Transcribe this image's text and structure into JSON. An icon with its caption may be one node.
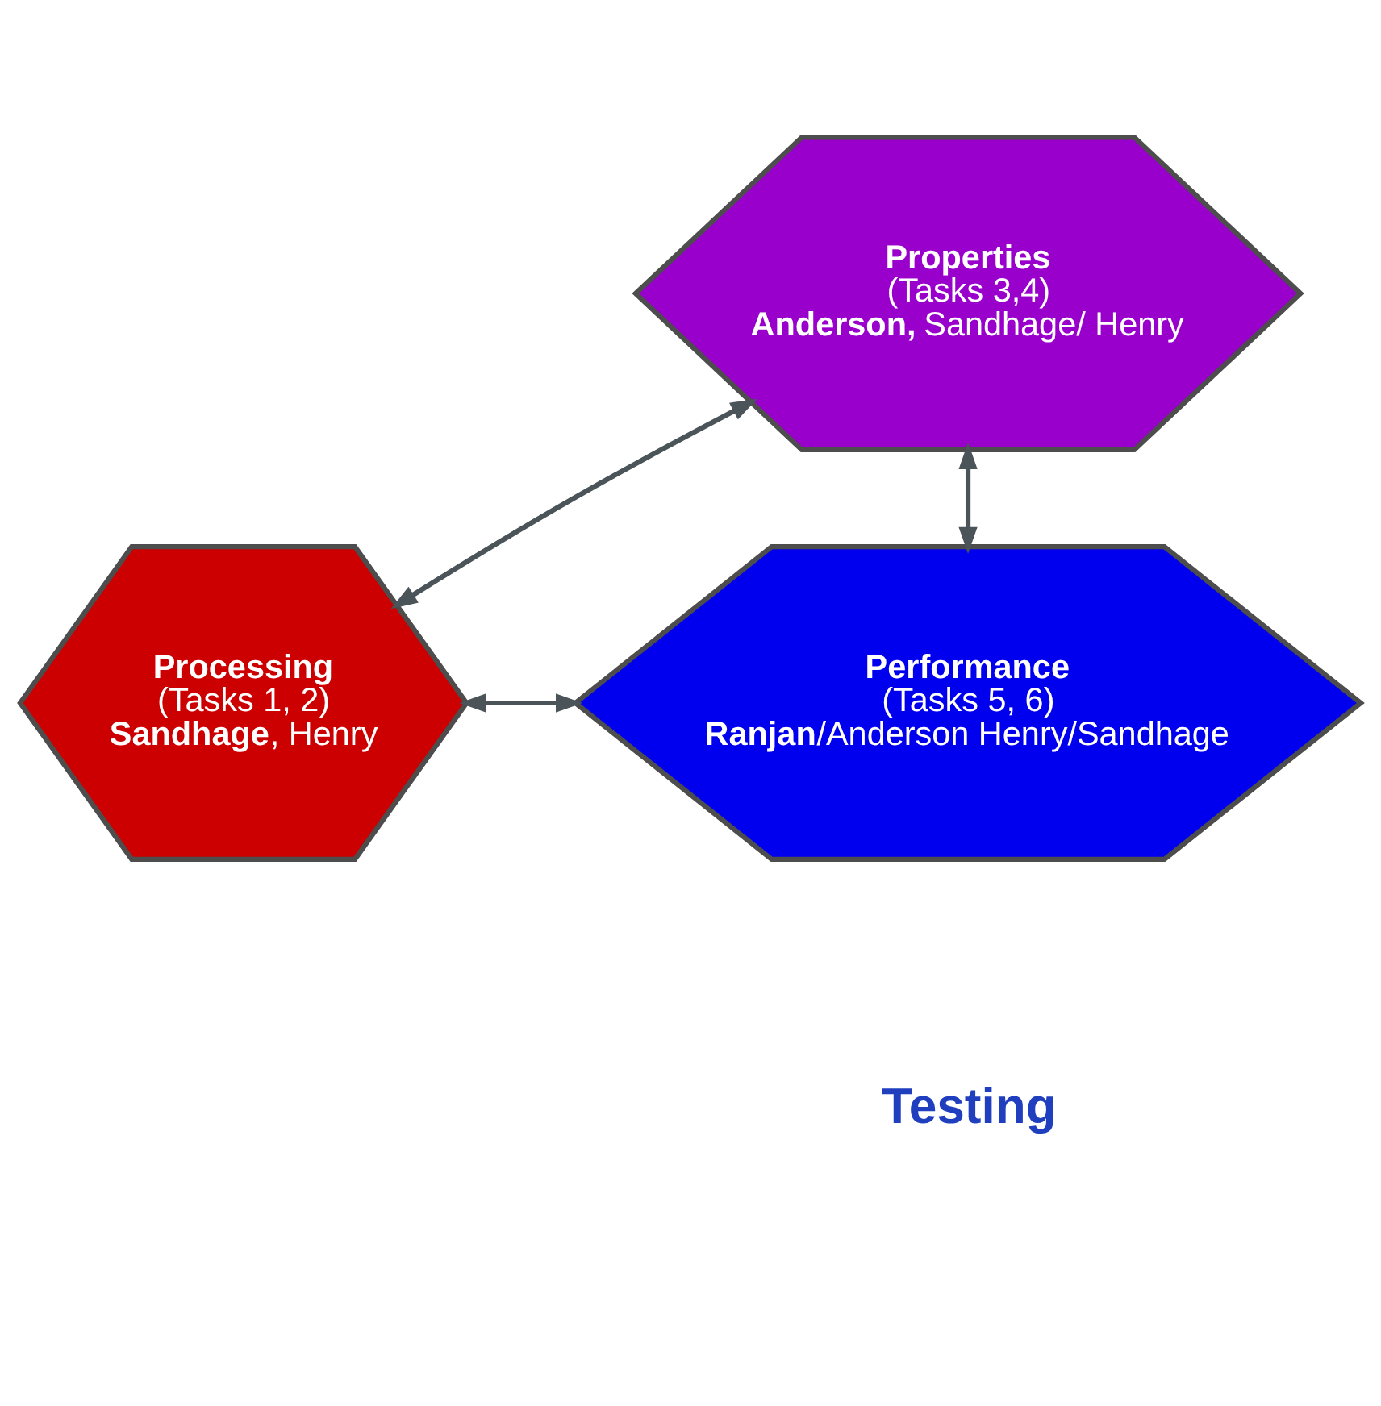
{
  "diagram": {
    "nodes": [
      {
        "text": [
          "Properties",
          "(Tasks 3,4)",
          "**Anderson,** Sandhage/ Henry"
        ]
      },
      {
        "text": [
          "Processing",
          "(Tasks 1, 2)",
          "**Sandhage**, Henry"
        ]
      },
      {
        "text": [
          "Performance",
          "(Tasks 5, 6)",
          "**Ranjan**/Anderson Henry/Sandhage"
        ]
      }
    ],
    "edges": [
      {
        "from": 1,
        "to": 0,
        "arrow": "both"
      },
      {
        "from": 0,
        "to": 2,
        "arrow": "both"
      },
      {
        "from": 1,
        "to": 2,
        "arrow": "both"
      }
    ],
    "labels": [
      "Testing"
    ]
  }
}
